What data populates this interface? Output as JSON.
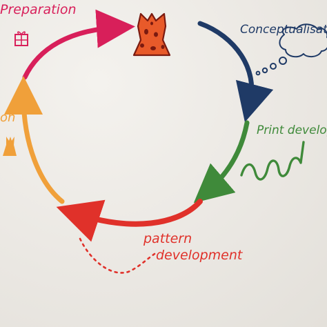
{
  "labels": {
    "preparation": "Preparation",
    "conceptualisation": "Conceptualisation",
    "print_development": "Print development",
    "pattern": "pattern",
    "development": "development",
    "left_stage_fragment": "on"
  },
  "colors": {
    "preparation": "#d81f5a",
    "conceptualisation": "#1f3a66",
    "print_development": "#3f8a3a",
    "pattern_development": "#e0312a",
    "left_stage": "#f0a03a",
    "garment_fill": "#e85a2a",
    "garment_outline": "#7a1a10"
  },
  "icons": {
    "top": "garment-icon",
    "preparation": "gift-icon",
    "conceptualisation": "thought-cloud-icon",
    "print_development": "squiggle-icon",
    "left_stage": "dress-icon"
  }
}
